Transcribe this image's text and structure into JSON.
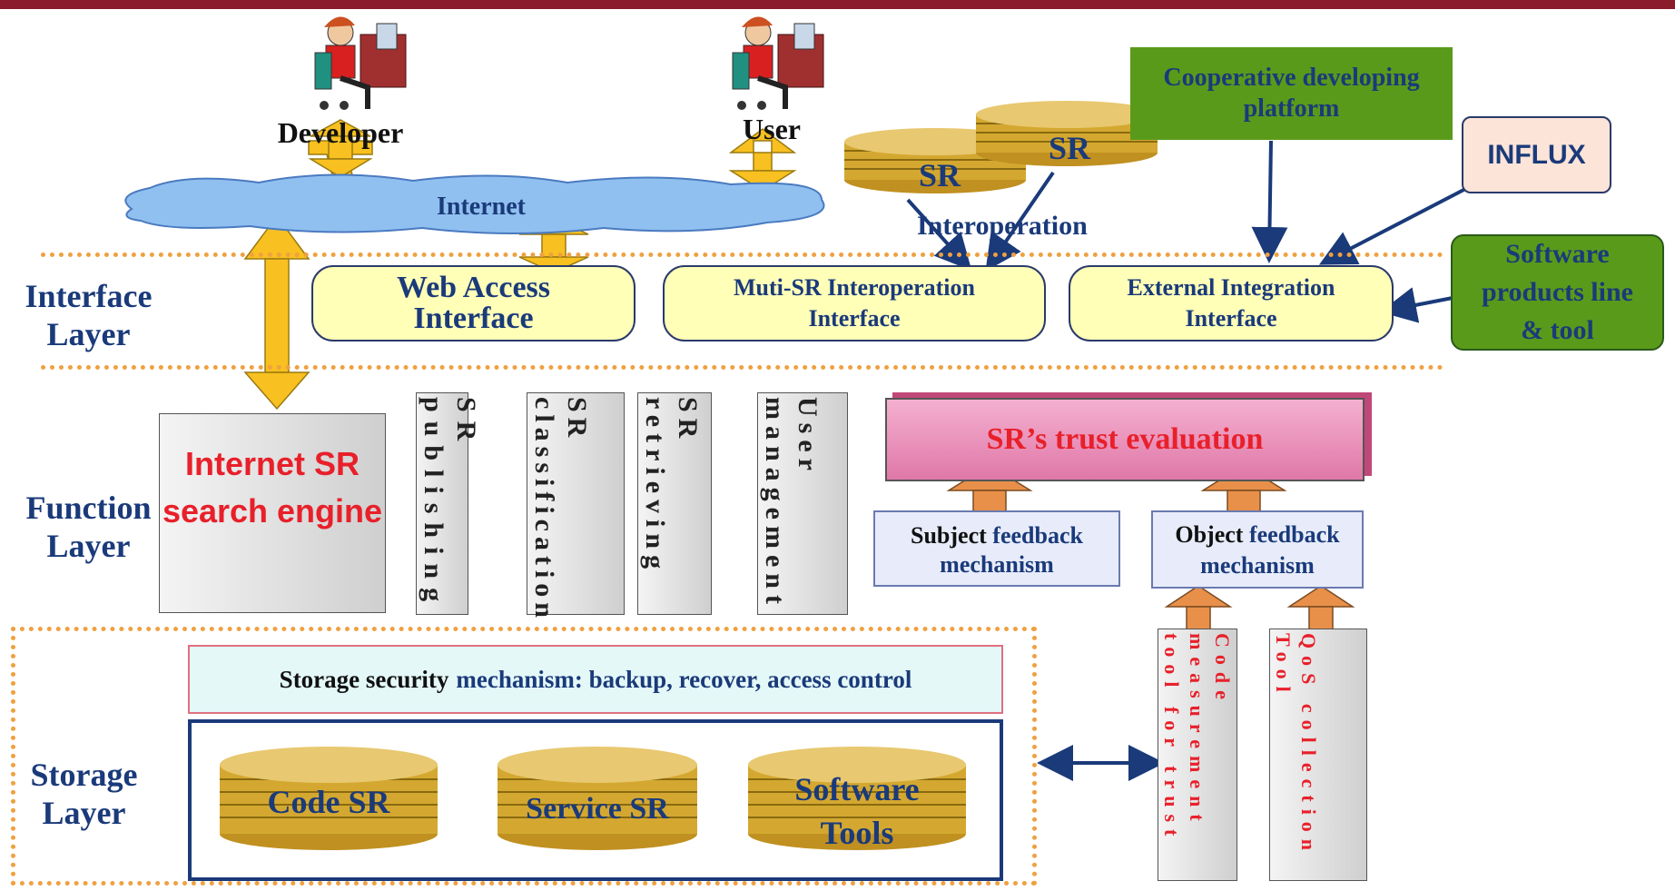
{
  "actors": {
    "developer": "Developer",
    "user": "User"
  },
  "internet": "Internet",
  "repositories": {
    "sr1": "SR",
    "sr2": "SR"
  },
  "cooperative_platform": "Cooperative developing platform",
  "influx": "INFLUX",
  "interoperation": "Interoperation",
  "software_products": "Software products line & tool",
  "layers": {
    "interface": "Interface Layer",
    "function": "Function Layer",
    "storage": "Storage Layer"
  },
  "interfaces": {
    "web": "Web Access Interface",
    "muti": "Muti-SR Interoperation Interface",
    "external": "External Integration Interface"
  },
  "function": {
    "search_engine": "Internet SR search engine",
    "pillars": [
      "SR publishing",
      "SR classification",
      "SR retrieving",
      "User management"
    ],
    "trust": "SR’s trust evaluation",
    "subject_feedback": {
      "strong": "Subject",
      "rest": "feedback mechanism"
    },
    "object_feedback": {
      "strong": "Object",
      "rest": "feedback mechanism"
    }
  },
  "storage": {
    "security": {
      "strong": "Storage security",
      "rest": "mechanism: backup, recover, access control"
    },
    "code_sr": "Code SR",
    "service_sr": "Service SR",
    "software_tools": "Software Tools"
  },
  "tools": {
    "code_measurement": "Code measurement tool for trust",
    "qos": "QoS collection Tool"
  },
  "colors": {
    "accent_red": "#e8202a",
    "navy": "#1a3a7a",
    "dotted": "#f0a040",
    "green": "#5a9a1a"
  }
}
